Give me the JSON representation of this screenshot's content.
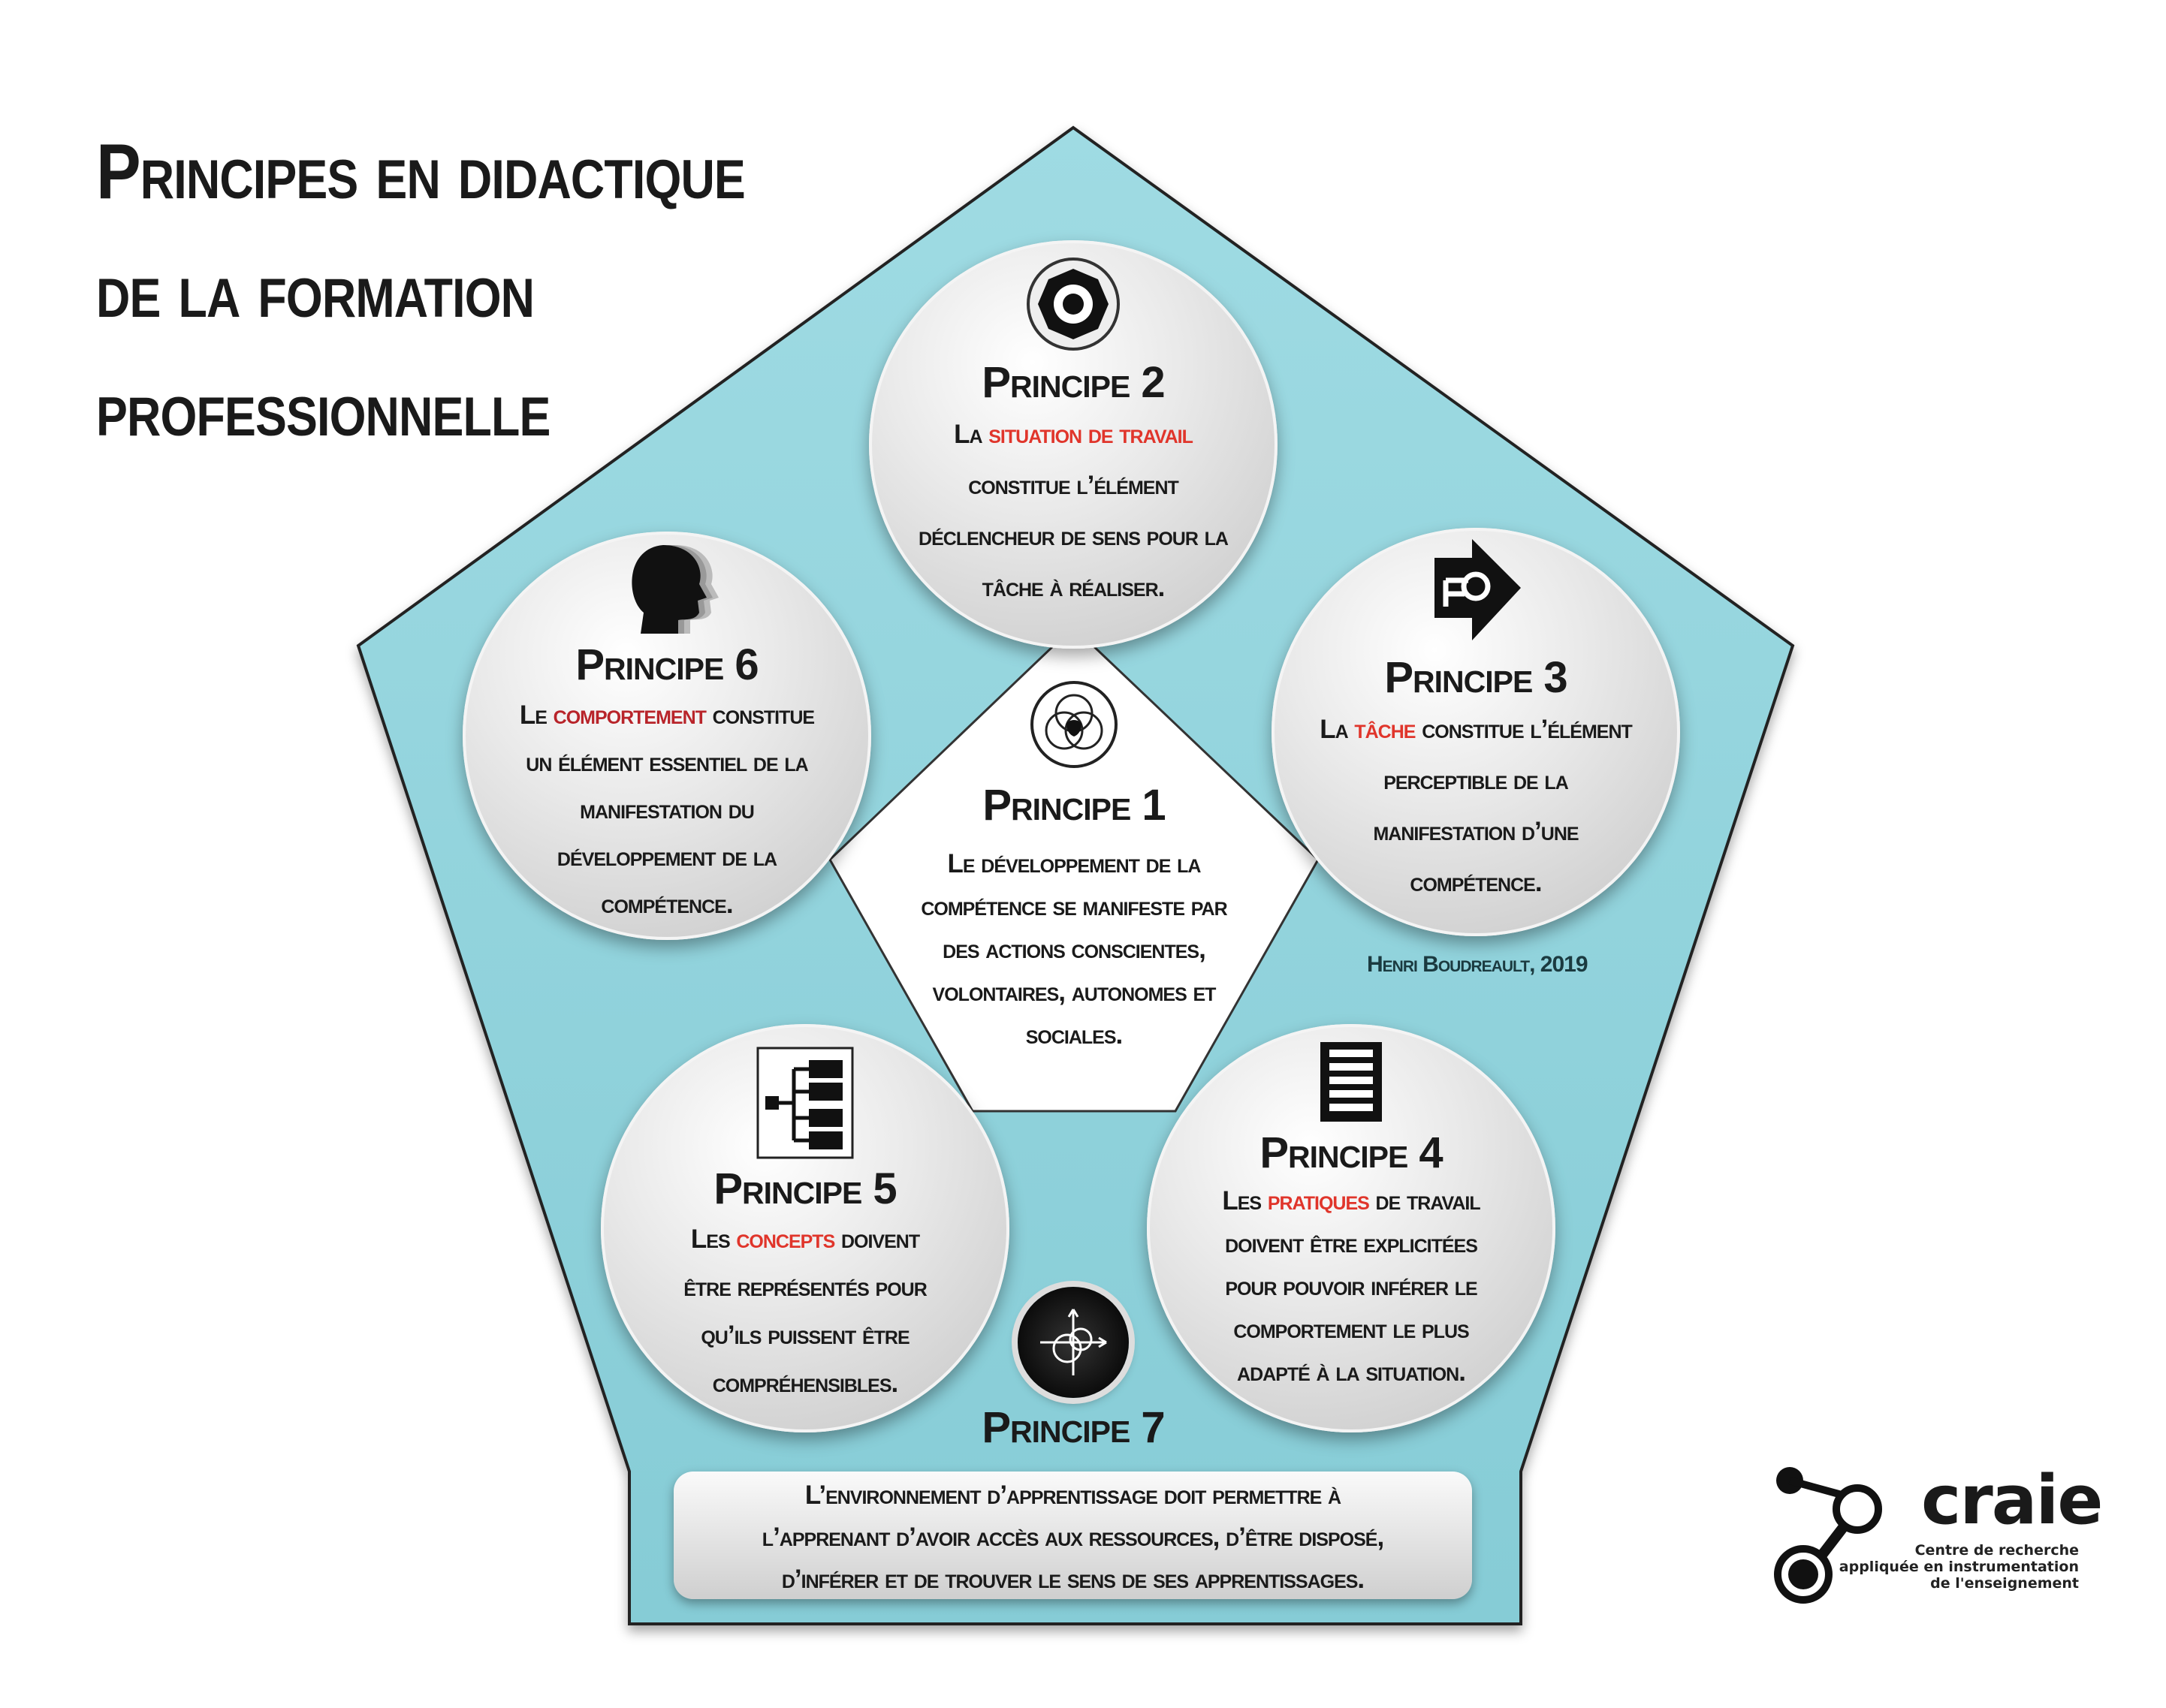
{
  "title": {
    "line1": "Principes en didactique",
    "line2": "de la formation",
    "line3": "professionnelle"
  },
  "colors": {
    "pentagon": "#8fd3dc",
    "highlight": "#e0352b",
    "highlight_dark": "#b8242a"
  },
  "principles": {
    "p1": {
      "icon": "venn-icon",
      "heading": "Principe 1",
      "lines": [
        "Le développement de la",
        "compétence se manifeste par",
        "des actions conscientes,",
        "volontaires, autonomes et",
        "sociales."
      ]
    },
    "p2": {
      "icon": "gear-target-icon",
      "heading": "Principe 2",
      "pre": "La ",
      "hl": "situation de travail",
      "l2": "constitue l’élément",
      "l3": "déclencheur de sens pour la",
      "l4": "tâche à réaliser."
    },
    "p3": {
      "icon": "arrow-sign-icon",
      "heading": "Principe 3",
      "pre": "La ",
      "hl": "tâche",
      "post": " constitue l’élément",
      "l2": "perceptible de la",
      "l3": "manifestation d’une",
      "l4": "compétence."
    },
    "p4": {
      "icon": "ladder-list-icon",
      "heading": "Principe 4",
      "pre": "Les ",
      "hl": "pratiques",
      "post": " de travail",
      "l2": "doivent être explicitées",
      "l3": "pour pouvoir inférer le",
      "l4": "comportement le plus",
      "l5": "adapté à la situation."
    },
    "p5": {
      "icon": "hierarchy-tree-icon",
      "heading": "Principe 5",
      "pre": "Les ",
      "hl": "concepts",
      "post": " doivent",
      "l2": "être représentés pour",
      "l3": "qu’ils puissent être",
      "l4": "compréhensibles."
    },
    "p6": {
      "icon": "head-profiles-icon",
      "heading": "Principe 6",
      "pre": "Le ",
      "hl": "comportement",
      "post": " constitue",
      "l2": "un élément essentiel de la",
      "l3": "manifestation du",
      "l4": "développement de la",
      "l5": "compétence."
    },
    "p7": {
      "icon": "compass-arrows-icon",
      "heading": "Principe 7",
      "lines": [
        "L’environnement d’apprentissage doit permettre à",
        "l’apprenant d’avoir accès aux ressources, d’être disposé,",
        "d’inférer et de trouver le sens de ses apprentissages."
      ]
    }
  },
  "credit": "Henri Boudreault, 2019",
  "logo": {
    "name": "craie",
    "sub1": "Centre de recherche",
    "sub2": "appliquée en instrumentation",
    "sub3": "de l'enseignement"
  }
}
